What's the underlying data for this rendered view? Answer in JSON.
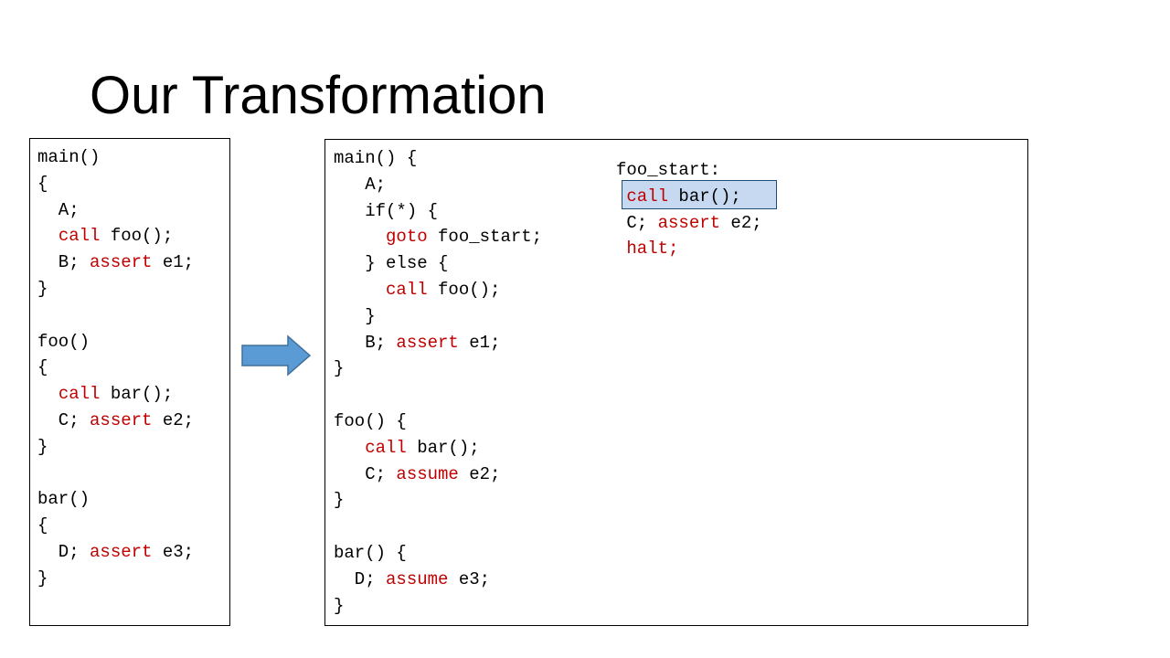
{
  "slide": {
    "title": "Our Transformation"
  },
  "left_code": [
    [
      {
        "t": "main()"
      }
    ],
    [
      {
        "t": "{"
      }
    ],
    [
      {
        "t": "  A;"
      }
    ],
    [
      {
        "t": "  "
      },
      {
        "t": "call",
        "k": 1
      },
      {
        "t": " foo();"
      }
    ],
    [
      {
        "t": "  B; "
      },
      {
        "t": "assert",
        "k": 1
      },
      {
        "t": " e1;"
      }
    ],
    [
      {
        "t": "}"
      }
    ],
    [
      {
        "t": ""
      }
    ],
    [
      {
        "t": "foo()"
      }
    ],
    [
      {
        "t": "{"
      }
    ],
    [
      {
        "t": "  "
      },
      {
        "t": "call",
        "k": 1
      },
      {
        "t": " bar();"
      }
    ],
    [
      {
        "t": "  C; "
      },
      {
        "t": "assert",
        "k": 1
      },
      {
        "t": " e2;"
      }
    ],
    [
      {
        "t": "}"
      }
    ],
    [
      {
        "t": ""
      }
    ],
    [
      {
        "t": "bar()"
      }
    ],
    [
      {
        "t": "{"
      }
    ],
    [
      {
        "t": "  D; "
      },
      {
        "t": "assert",
        "k": 1
      },
      {
        "t": " e3;"
      }
    ],
    [
      {
        "t": "}"
      }
    ]
  ],
  "right_code": [
    [
      {
        "t": "main() {"
      }
    ],
    [
      {
        "t": "   A;"
      }
    ],
    [
      {
        "t": "   if(*) {"
      }
    ],
    [
      {
        "t": "     "
      },
      {
        "t": "goto",
        "k": 1
      },
      {
        "t": " foo_start;"
      }
    ],
    [
      {
        "t": "   } else {"
      }
    ],
    [
      {
        "t": "     "
      },
      {
        "t": "call",
        "k": 1
      },
      {
        "t": " foo();"
      }
    ],
    [
      {
        "t": "   }"
      }
    ],
    [
      {
        "t": "   B; "
      },
      {
        "t": "assert",
        "k": 1
      },
      {
        "t": " e1;"
      }
    ],
    [
      {
        "t": "}"
      }
    ],
    [
      {
        "t": ""
      }
    ],
    [
      {
        "t": "foo() {"
      }
    ],
    [
      {
        "t": "   "
      },
      {
        "t": "call",
        "k": 1
      },
      {
        "t": " bar();"
      }
    ],
    [
      {
        "t": "   C; "
      },
      {
        "t": "assume",
        "k": 1
      },
      {
        "t": " e2;"
      }
    ],
    [
      {
        "t": "}"
      }
    ],
    [
      {
        "t": ""
      }
    ],
    [
      {
        "t": "bar() {"
      }
    ],
    [
      {
        "t": "  D; "
      },
      {
        "t": "assume",
        "k": 1
      },
      {
        "t": " e3;"
      }
    ],
    [
      {
        "t": "}"
      }
    ]
  ],
  "foo_start_code": [
    [
      {
        "t": "foo_start:"
      }
    ],
    [
      {
        "t": " "
      },
      {
        "t": "call",
        "k": 1
      },
      {
        "t": " bar();"
      }
    ],
    [
      {
        "t": " C; "
      },
      {
        "t": "assert",
        "k": 1
      },
      {
        "t": " e2;"
      }
    ],
    [
      {
        "t": " "
      },
      {
        "t": "halt;",
        "k": 1
      }
    ]
  ],
  "colors": {
    "keyword": "#c00000",
    "highlight_fill": "#c6d9f0",
    "highlight_border": "#1f4e79",
    "arrow_fill": "#5b9bd5",
    "arrow_stroke": "#41719c"
  },
  "icons": {
    "arrow": "right-arrow-icon"
  }
}
